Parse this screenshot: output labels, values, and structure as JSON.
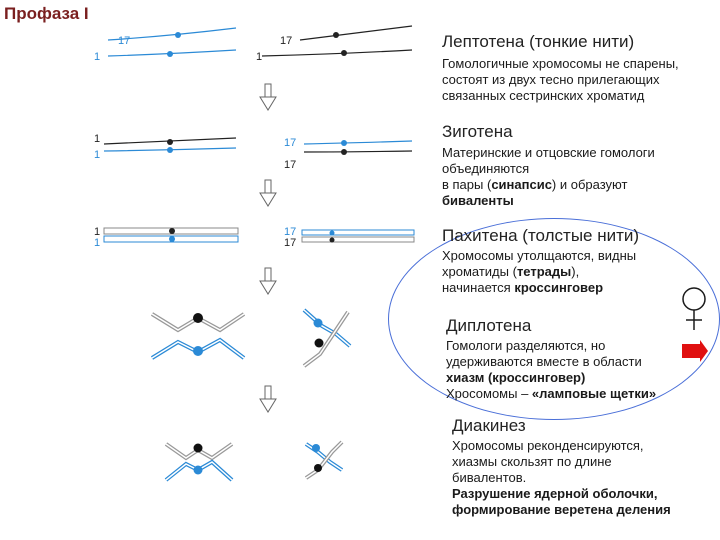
{
  "title": "Профаза I",
  "labels": {
    "seventeen": "17",
    "one": "1"
  },
  "colors": {
    "maternal": "#2b8ad6",
    "paternal": "#1a1a1a",
    "female_symbol": "#1a1a1a",
    "male_symbol": "#e01010"
  },
  "stages": [
    {
      "heading": "Лептотена (тонкие нити)",
      "lines": [
        "Гомологичные хромосомы не спарены,",
        "состоят из двух тесно прилегающих",
        "связанных сестринских хроматид"
      ]
    },
    {
      "heading": "Зиготена",
      "lines": [
        "Материнские и отцовские гомологи",
        "объединяются"
      ],
      "line3_pre": "в пары (",
      "line3_bold": "синапсис",
      "line3_post": ") и образуют",
      "line4_bold": "биваленты"
    },
    {
      "heading": "Пахитена (толстые нити)",
      "line1": "Хромосомы утолщаются, видны",
      "line2_pre": "хроматиды (",
      "line2_bold": "тетрады",
      "line2_post": "),",
      "line3_pre": "начинается ",
      "line3_bold": "кроссинговер"
    },
    {
      "heading": "Диплотена",
      "lines": [
        "Гомологи разделяются, но",
        "удерживаются вместе в области"
      ],
      "line3_bold": "хиазм (кроссинговер)",
      "line4_pre": "Хросомомы – ",
      "line4_bold": "«ламповые щетки»"
    },
    {
      "heading": "Диакинез",
      "lines": [
        "Хромосомы реконденсируются,",
        "хиазмы скользят по длине",
        "бивалентов."
      ],
      "bold_lines": [
        "Разрушение ядерной оболочки,",
        "формирование веретена деления"
      ]
    }
  ]
}
